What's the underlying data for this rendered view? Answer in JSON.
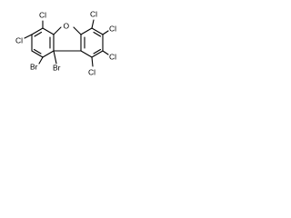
{
  "atoms": {
    "o_ring": "O",
    "cl_top_left": "Cl",
    "cl_mid_left": "Cl",
    "br_left": "Br",
    "br_center": "Br",
    "cl_top_right": "Cl",
    "cl_right_upper": "Cl",
    "cl_right_lower": "Cl",
    "cl_bottom_right": "Cl"
  }
}
